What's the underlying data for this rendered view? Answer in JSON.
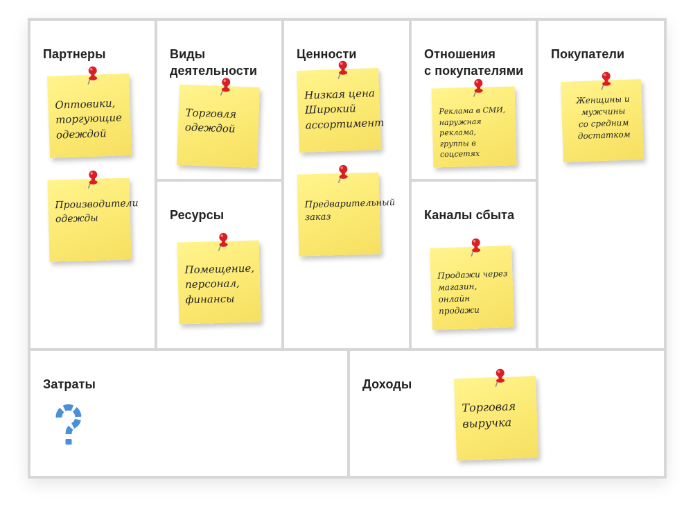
{
  "blocks": {
    "partners": {
      "title": "Партнеры",
      "notes": [
        "Оптовики,\nторгующие\nодеждой",
        "Производители\nодежды"
      ]
    },
    "activities": {
      "title": "Виды\nдеятельности",
      "notes": [
        "Торговля\nодеждой"
      ]
    },
    "resources": {
      "title": "Ресурсы",
      "notes": [
        "Помещение,\nперсонал,\nфинансы"
      ]
    },
    "value": {
      "title": "Ценности",
      "notes": [
        "Низкая цена\nШирокий\nассортимент",
        "Предварительный\nзаказ"
      ]
    },
    "relations": {
      "title": "Отношения\nс покупателями",
      "notes": [
        "Реклама в СМИ,\nнаружная реклама,\nгруппы в соцсетях"
      ]
    },
    "channels": {
      "title": "Каналы сбыта",
      "notes": [
        "Продажи через\nмагазин, онлайн\nпродажи"
      ]
    },
    "customers": {
      "title": "Покупатели",
      "notes": [
        "Женщины и\nмужчины\nсо средним\nдостатком"
      ]
    },
    "costs": {
      "title": "Затраты",
      "icon": "question-mark-icon"
    },
    "revenue": {
      "title": "Доходы",
      "notes": [
        "Торговая\nвыручка"
      ]
    }
  },
  "colors": {
    "note": "#fbe870",
    "pin": "#d81f26",
    "question": "#4a90d9",
    "border": "#d7d7d7"
  }
}
